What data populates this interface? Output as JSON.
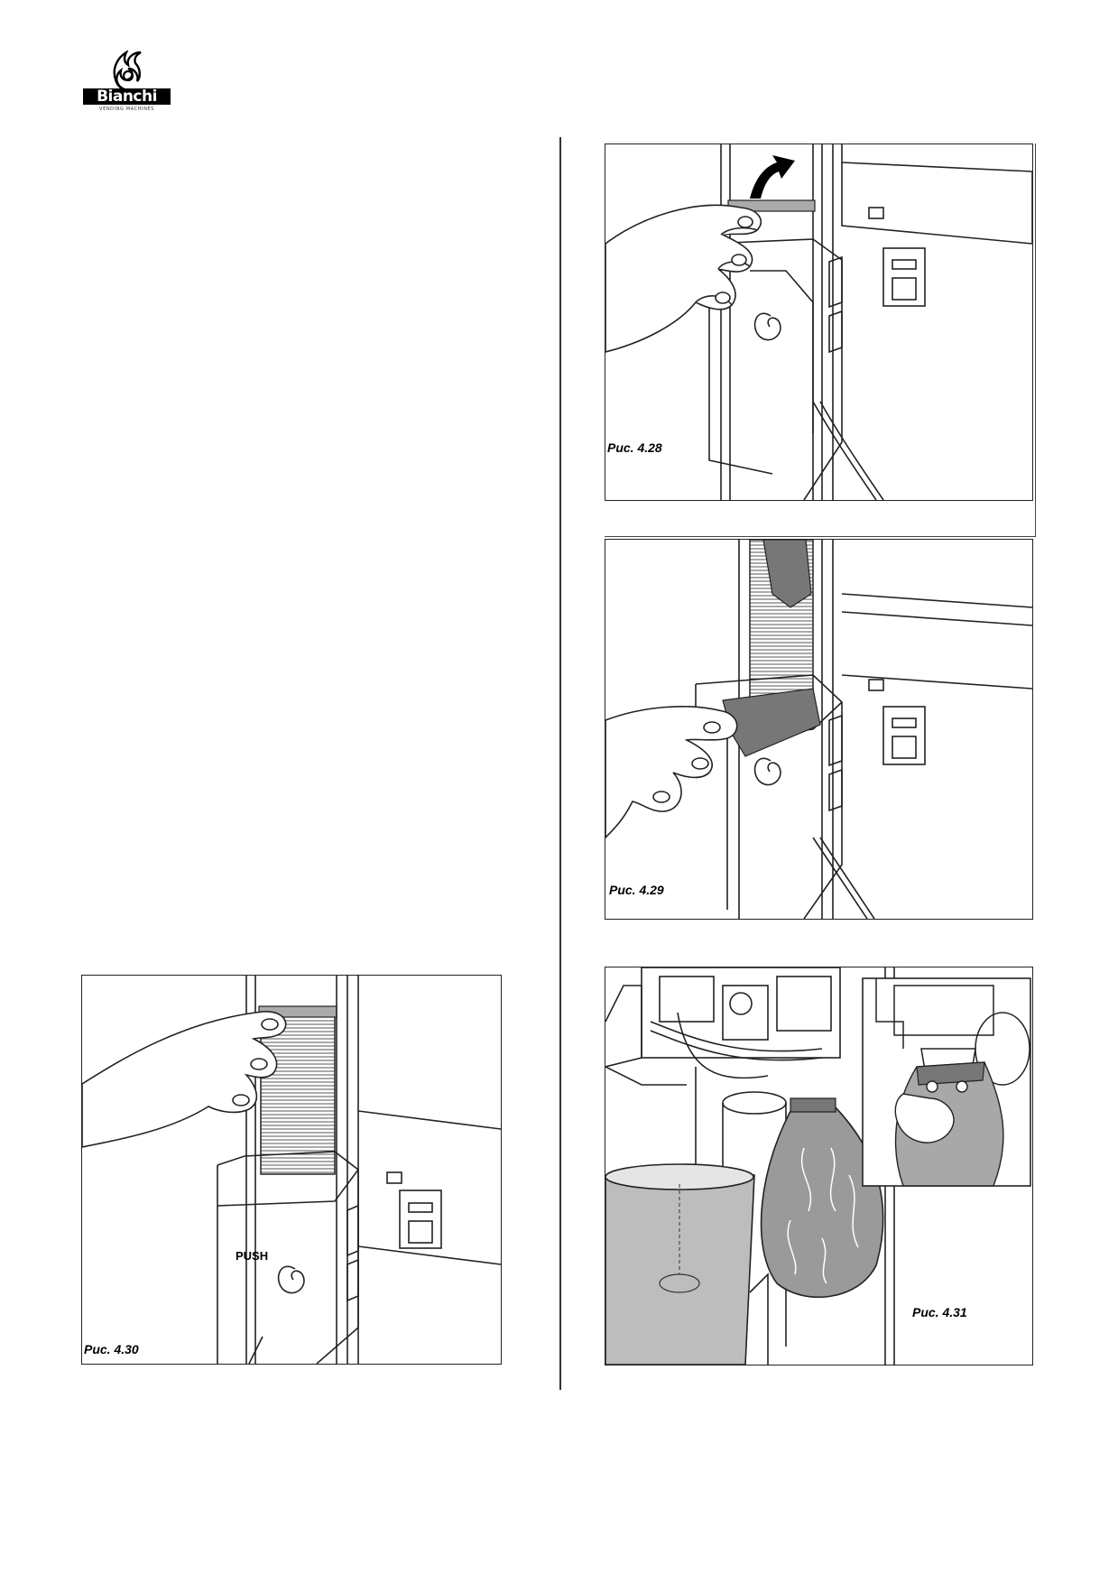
{
  "header": {
    "brand": "Bianchi",
    "tagline": "VENDING MACHINES"
  },
  "figures": {
    "fig28": {
      "caption": "Рис. 4.28"
    },
    "fig29": {
      "caption": "Рис. 4.29"
    },
    "fig30": {
      "caption": "Рис. 4.30",
      "push_label": "PUSH"
    },
    "fig31": {
      "caption": "Рис. 4.31"
    }
  }
}
